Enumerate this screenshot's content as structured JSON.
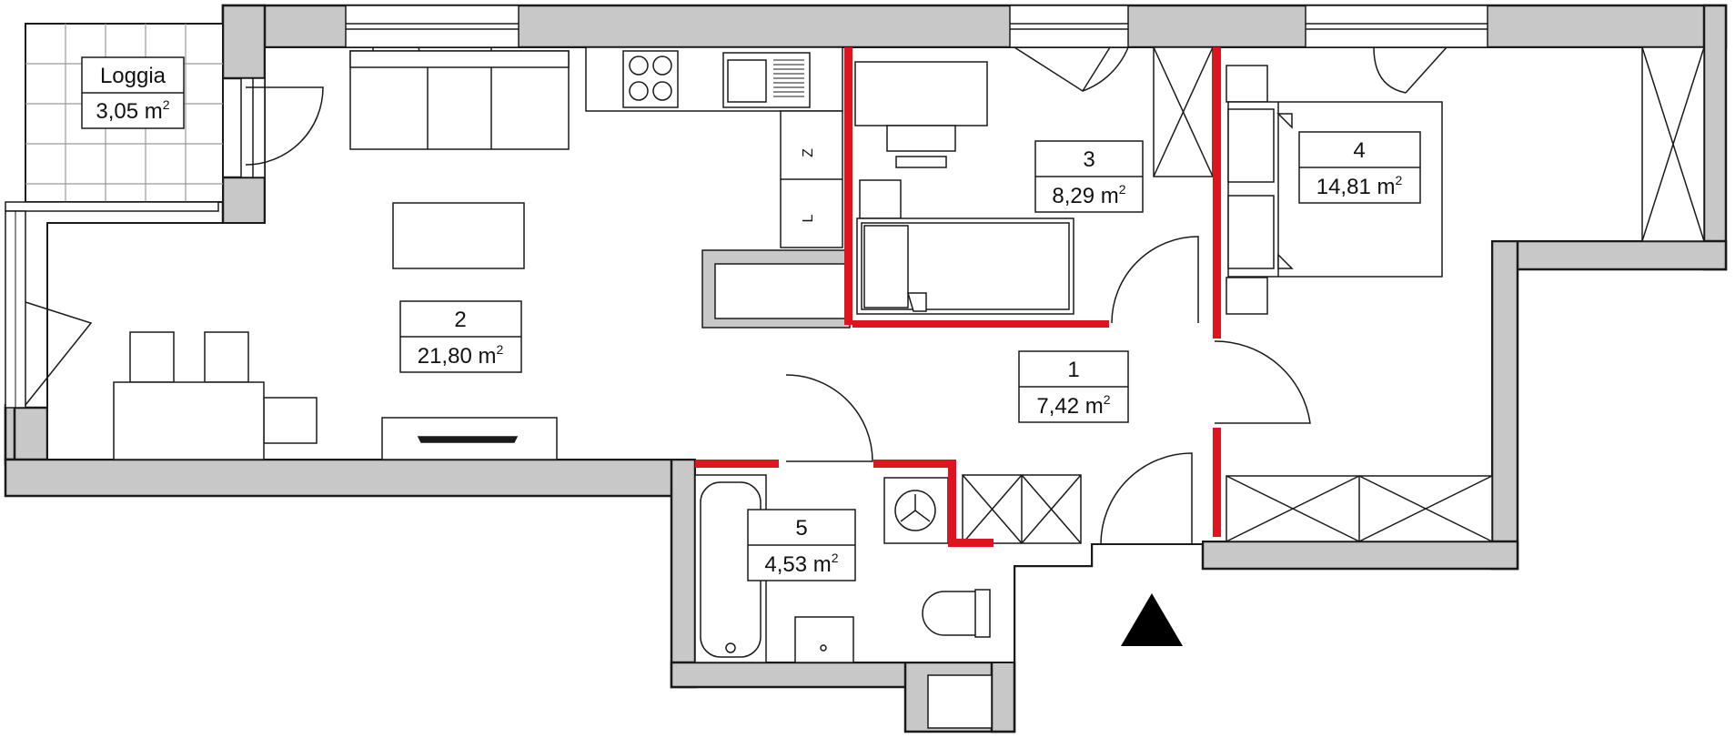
{
  "rooms": {
    "loggia": {
      "name": "Loggia",
      "area": "3,05",
      "unit": "m",
      "sup": "2"
    },
    "r1": {
      "num": "1",
      "area": "7,42",
      "unit": "m",
      "sup": "2"
    },
    "r2": {
      "num": "2",
      "area": "21,80",
      "unit": "m",
      "sup": "2"
    },
    "r3": {
      "num": "3",
      "area": "8,29",
      "unit": "m",
      "sup": "2"
    },
    "r4": {
      "num": "4",
      "area": "14,81",
      "unit": "m",
      "sup": "2"
    },
    "r5": {
      "num": "5",
      "area": "4,53",
      "unit": "m",
      "sup": "2"
    }
  },
  "fridge_marks": {
    "top": "Z",
    "bottom": "L"
  },
  "colors": {
    "wall": "#c8c8c8",
    "outline": "#1a1a1a",
    "accent_wall": "#e0141e",
    "entrance_marker": "#000000"
  },
  "icons": {
    "entrance": "north-arrow-triangle-icon"
  }
}
